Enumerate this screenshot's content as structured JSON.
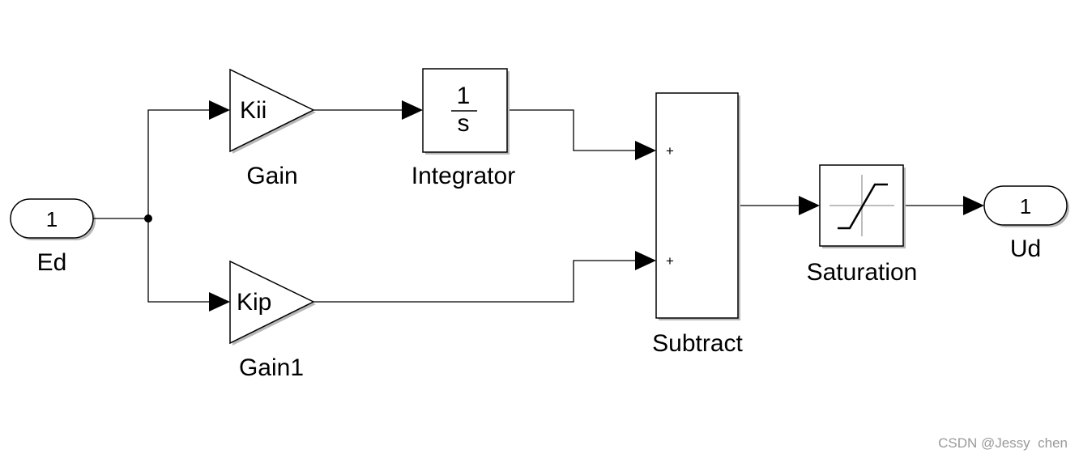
{
  "inports": [
    {
      "number": "1",
      "name": "Ed"
    }
  ],
  "outports": [
    {
      "number": "1",
      "name": "Ud"
    }
  ],
  "gains": [
    {
      "name": "Gain",
      "parameter": "Kii"
    },
    {
      "name": "Gain1",
      "parameter": "Kip"
    }
  ],
  "integrator": {
    "name": "Integrator",
    "numerator": "1",
    "denominator": "s"
  },
  "sum_block": {
    "name": "Subtract",
    "input_signs": [
      "+",
      "+"
    ]
  },
  "saturation": {
    "name": "Saturation"
  },
  "watermark": "CSDN @Jessy  chen",
  "colors": {
    "background": "#ffffff",
    "line": "#000000",
    "shadow": "#b8b8b8",
    "watermark": "#9a9a9a",
    "saturation_grid": "#bdbdbd"
  }
}
